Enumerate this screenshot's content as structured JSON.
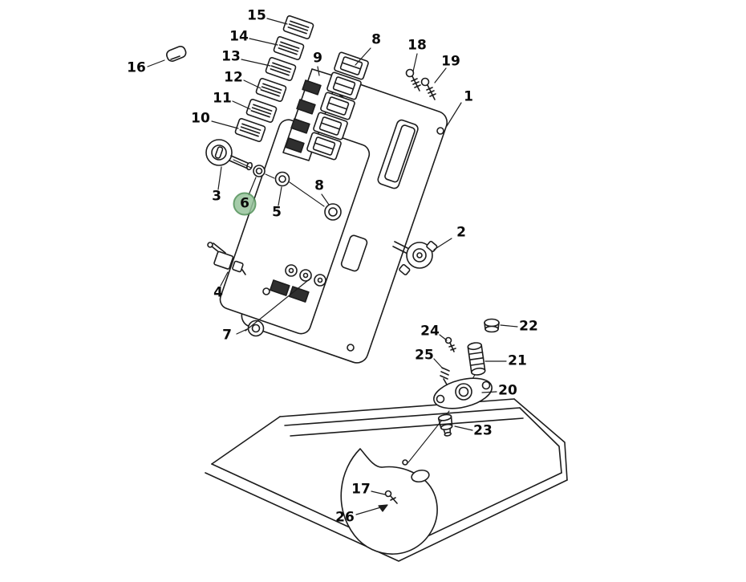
{
  "colors": {
    "background": "#ffffff",
    "line": "#1c1c1c",
    "highlight_fill": "#97c49c",
    "highlight_ring": "#4e8f55"
  },
  "highlighted_part": "6",
  "labels": [
    {
      "text": "15"
    },
    {
      "text": "14"
    },
    {
      "text": "13"
    },
    {
      "text": "12"
    },
    {
      "text": "11"
    },
    {
      "text": "10"
    },
    {
      "text": "16"
    },
    {
      "text": "8"
    },
    {
      "text": "9"
    },
    {
      "text": "18"
    },
    {
      "text": "19"
    },
    {
      "text": "1"
    },
    {
      "text": "3"
    },
    {
      "text": "6",
      "highlighted": true
    },
    {
      "text": "5"
    },
    {
      "text": "8"
    },
    {
      "text": "2"
    },
    {
      "text": "4"
    },
    {
      "text": "7"
    },
    {
      "text": "22"
    },
    {
      "text": "24"
    },
    {
      "text": "21"
    },
    {
      "text": "25"
    },
    {
      "text": "20"
    },
    {
      "text": "23"
    },
    {
      "text": "17"
    },
    {
      "text": "26"
    }
  ]
}
